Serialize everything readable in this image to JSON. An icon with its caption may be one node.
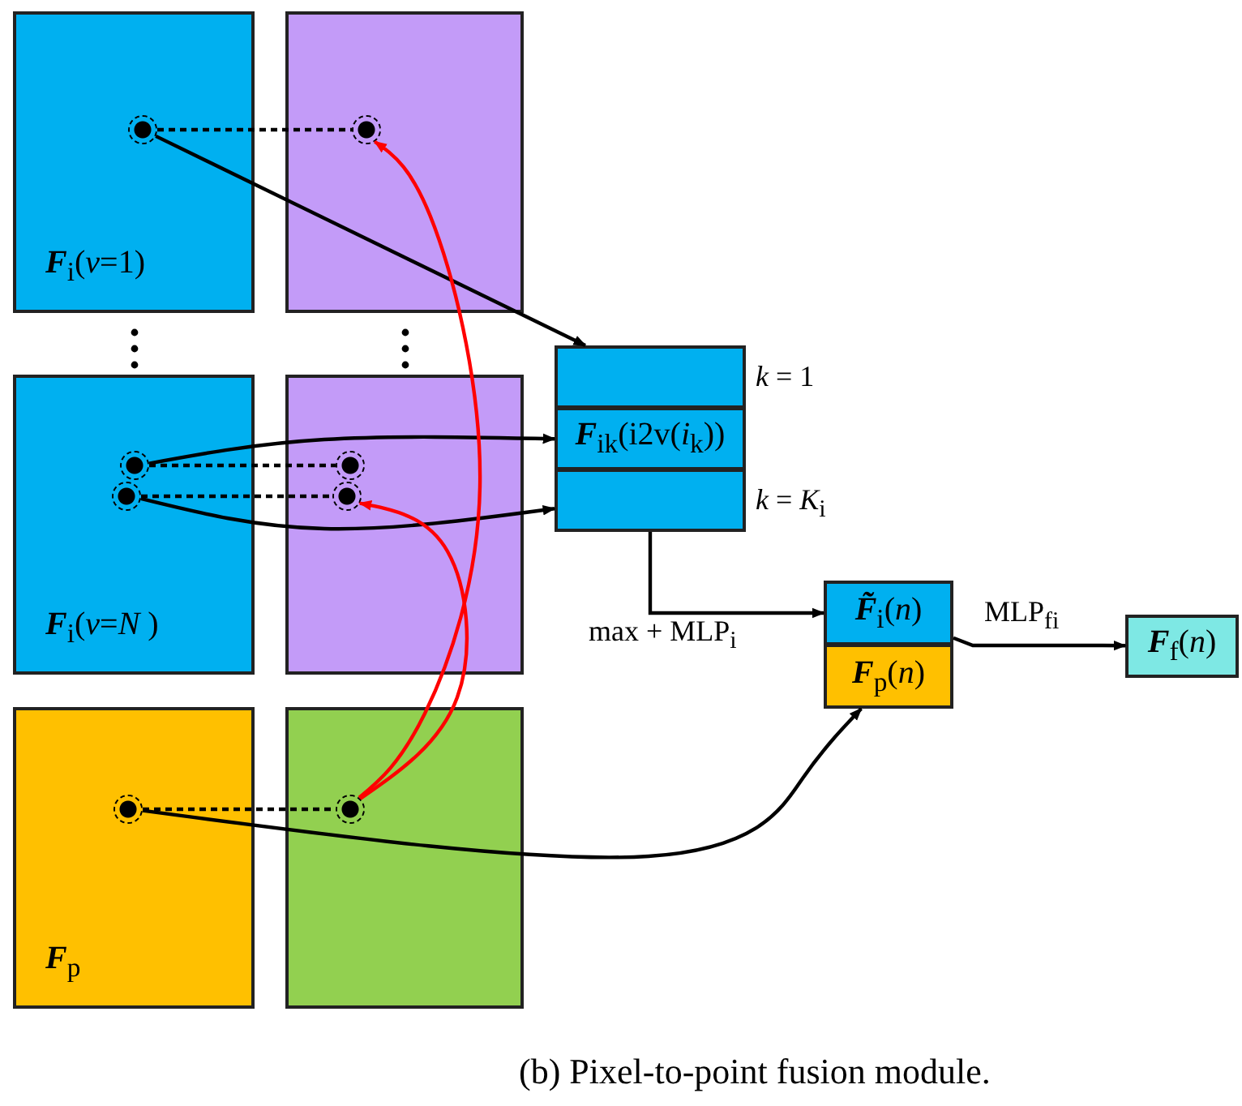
{
  "diagram": {
    "caption": "(b) Pixel-to-point fusion module.",
    "nodes": [
      {
        "text": [
          "**F**$_{i}$(*v*=1)"
        ]
      },
      {
        "text": [],
        "shape": "box"
      },
      {
        "text": [
          "**F**$_{i}$(*v*=*N* )"
        ]
      },
      {
        "text": [],
        "shape": "box"
      },
      {
        "text": [
          "**F**$_{p}$"
        ]
      },
      {
        "text": [],
        "shape": "box"
      },
      {
        "text": [],
        "shape": "circle",
        "in": 0
      },
      {
        "text": [],
        "shape": "circle",
        "in": 1
      },
      {
        "text": [],
        "shape": "circle",
        "in": 2
      },
      {
        "text": [],
        "shape": "circle",
        "in": 2
      },
      {
        "text": [],
        "shape": "circle",
        "in": 3
      },
      {
        "text": [],
        "shape": "circle",
        "in": 3
      },
      {
        "text": [],
        "shape": "circle",
        "in": 4
      },
      {
        "text": [],
        "shape": "circle",
        "in": 5
      },
      {
        "text": [],
        "shape": "box",
        "beside": [
          "*k* = 1"
        ]
      },
      {
        "text": [
          "**F**$_{ik}$(i2v(*i*$_{k}$))"
        ]
      },
      {
        "text": [],
        "shape": "box",
        "beside": [
          "*k* = *K*$_{i}$"
        ]
      },
      {
        "text": [
          "**F̃**$_{i}$(*n*)"
        ]
      },
      {
        "text": [
          "**F**$_{p}$(*n*)"
        ]
      },
      {
        "text": [
          "**F**$_{f}$(*n*)"
        ]
      }
    ],
    "edges": [
      {
        "from": 6,
        "to": 7,
        "arrow": "none",
        "style": "dashed"
      },
      {
        "from": 8,
        "to": 10,
        "arrow": "none",
        "style": "dashed"
      },
      {
        "from": 9,
        "to": 11,
        "arrow": "none",
        "style": "dashed"
      },
      {
        "from": 12,
        "to": 13,
        "arrow": "none",
        "style": "dashed"
      },
      {
        "from": 6,
        "to": 14,
        "arrow": "to"
      },
      {
        "from": 8,
        "to": 15,
        "arrow": "to"
      },
      {
        "from": 9,
        "to": 16,
        "arrow": "to"
      },
      {
        "from": 13,
        "to": 7,
        "arrow": "to",
        "color": "#ff0000"
      },
      {
        "from": 13,
        "to": 11,
        "arrow": "to",
        "color": "#ff0000"
      },
      {
        "from": 12,
        "to": 18,
        "arrow": "to"
      },
      {
        "from": 16,
        "to": 17,
        "arrow": "to",
        "label": "max + MLP$_{i}$"
      },
      {
        "from": 17,
        "to": 19,
        "arrow": "to",
        "label": "MLP$_{fi}$"
      }
    ]
  }
}
